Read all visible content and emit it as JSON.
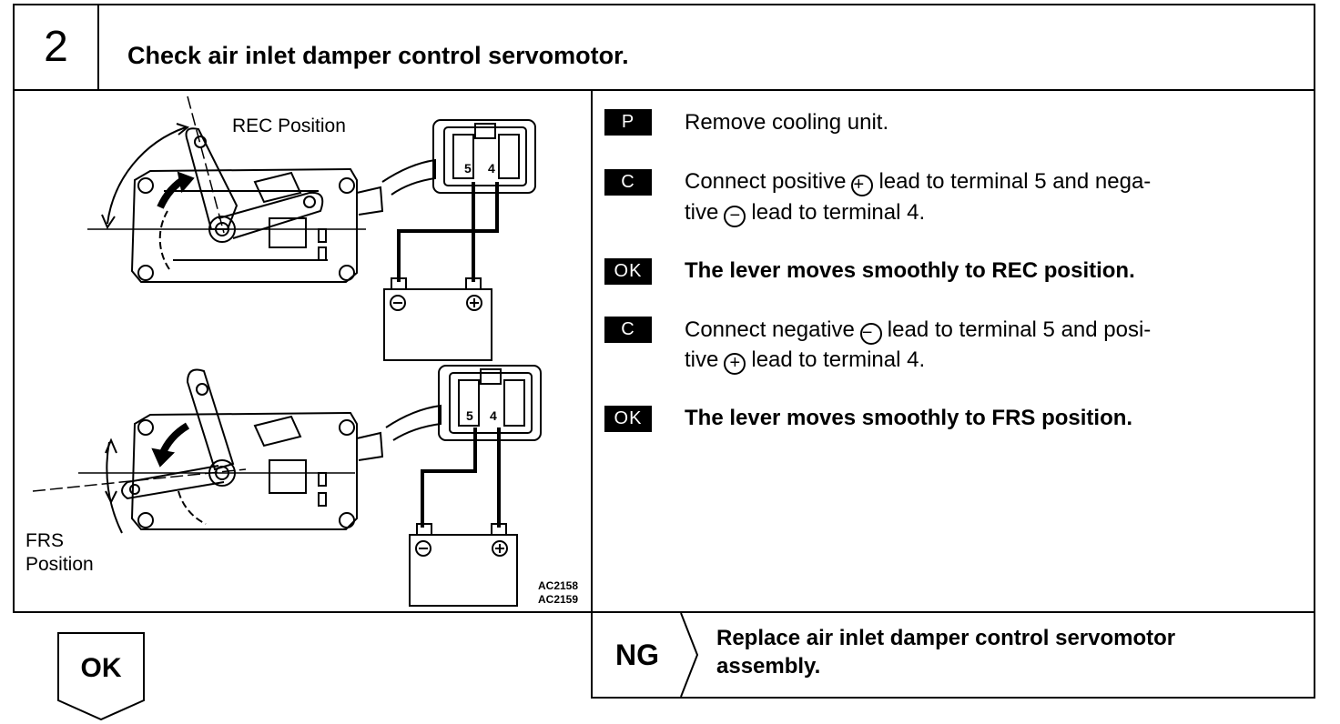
{
  "step": {
    "number": "2",
    "title": "Check air inlet damper control servomotor."
  },
  "diagram": {
    "rec_label": "REC Position",
    "frs_label_line1": "FRS",
    "frs_label_line2": "Position",
    "terminal_5": "5",
    "terminal_4": "4",
    "code_1": "AC2158",
    "code_2": "AC2159"
  },
  "instructions": [
    {
      "badge": "P",
      "text": "Remove cooling unit."
    },
    {
      "badge": "C",
      "before_plus": "Connect positive",
      "after_plus": "lead to terminal 5 and nega-",
      "line2_before": "tive",
      "line2_after": "lead to terminal 4."
    },
    {
      "badge": "OK",
      "text": "The lever moves smoothly to REC position."
    },
    {
      "badge": "C",
      "before_minus": "Connect negative",
      "after_minus": "lead to terminal 5 and posi-",
      "line2_before": "tive",
      "line2_after": "lead to terminal 4."
    },
    {
      "badge": "OK",
      "text": "The lever moves smoothly to FRS position."
    }
  ],
  "symbols": {
    "plus": "+",
    "minus": "−"
  },
  "ok_arrow": {
    "label": "OK"
  },
  "ng": {
    "label": "NG",
    "text": "Replace air inlet damper control servomotor assembly."
  }
}
